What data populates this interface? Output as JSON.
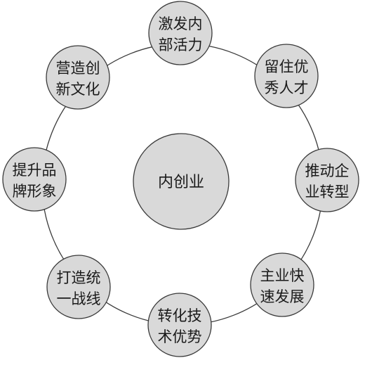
{
  "center": {
    "label": "内创业"
  },
  "nodes": [
    {
      "id": "stimulate-vitality",
      "lines": [
        "激发内",
        "部活力"
      ]
    },
    {
      "id": "retain-talent",
      "lines": [
        "留住优",
        "秀人才"
      ]
    },
    {
      "id": "transformation",
      "lines": [
        "推动企",
        "业转型"
      ]
    },
    {
      "id": "rapid-growth",
      "lines": [
        "主业快",
        "速发展"
      ]
    },
    {
      "id": "tech-advantage",
      "lines": [
        "转化技",
        "术优势"
      ]
    },
    {
      "id": "united-front",
      "lines": [
        "打造统",
        "一战线"
      ]
    },
    {
      "id": "brand-image",
      "lines": [
        "提升品",
        "牌形象"
      ]
    },
    {
      "id": "new-culture",
      "lines": [
        "营造创",
        "新文化"
      ]
    }
  ],
  "colors": {
    "node_fill": "#d9d9d9",
    "stroke": "#3a3a3a",
    "text": "#1a1a1a",
    "background": "#ffffff"
  }
}
